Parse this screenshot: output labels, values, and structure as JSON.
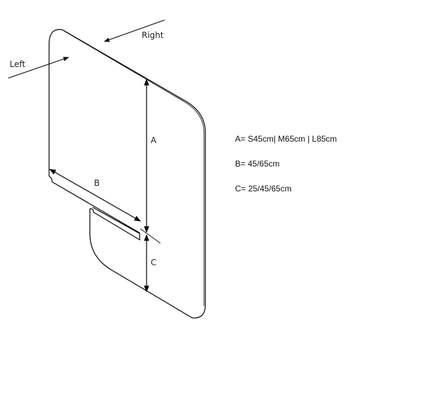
{
  "labels": {
    "right": "Right",
    "left": "Left",
    "a": "A",
    "b": "B",
    "c": "C"
  },
  "specs": [
    "A= S45cm| M65cm | L85cm",
    "B= 45/65cm",
    "C= 25/45/65cm"
  ]
}
